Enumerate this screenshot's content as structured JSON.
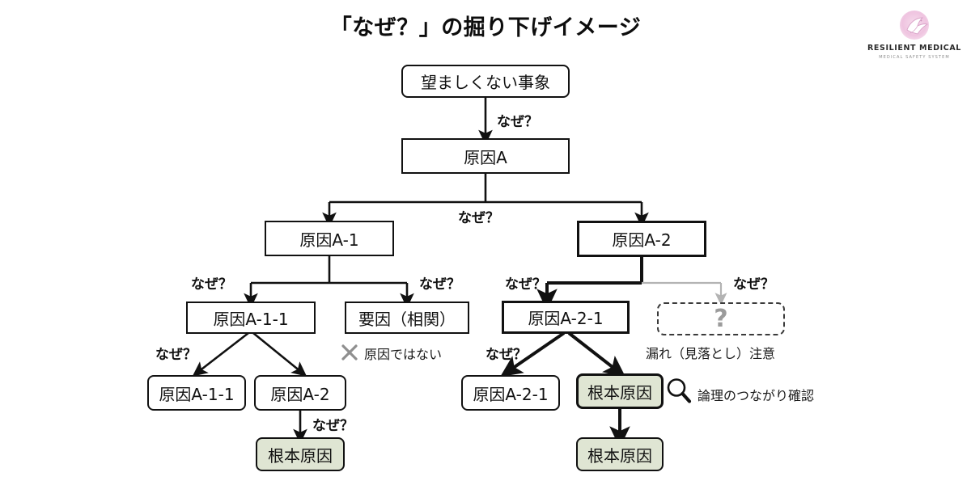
{
  "title": "「なぜ？」の掘り下げイメージ",
  "logo": {
    "name": "RESILIENT MEDICAL",
    "tagline": "MEDICAL SAFETY SYSTEM",
    "icon": "dove-icon",
    "disc_color": "#efc4e0"
  },
  "colors": {
    "root_cause_fill": "#dfe5d3",
    "line": "#111111",
    "muted_line": "#b3b3b3",
    "muted_text": "#9b9b9b"
  },
  "nodes": {
    "undesired_event": "望ましくない事象",
    "cause_a": "原因A",
    "cause_a1": "原因A-1",
    "cause_a2": "原因A-2",
    "cause_a1_1": "原因A-1-1",
    "factor_correlation": "要因（相関）",
    "cause_a2_1": "原因A-2-1",
    "unknown": "?",
    "leaf_a1_1": "原因A-1-1",
    "leaf_a2": "原因A-2",
    "leaf_a2_1": "原因A-2-1",
    "root_cause_left": "根本原因",
    "root_cause_right_upper": "根本原因",
    "root_cause_right_lower": "根本原因"
  },
  "edge_labels": {
    "why_top": "なぜ？",
    "why_level2": "なぜ？",
    "why_a1_left": "なぜ？",
    "why_a1_right": "なぜ？",
    "why_a2_left": "なぜ？",
    "why_a2_right": "なぜ？",
    "why_a1_1": "なぜ？",
    "why_a2_1": "なぜ？",
    "why_leaf_a2": "なぜ？"
  },
  "annotations": {
    "not_a_cause": "原因ではない",
    "not_a_cause_icon": "x-mark-icon",
    "omission_warning": "漏れ（見落とし）注意",
    "logic_check": "論理のつながり確認",
    "logic_check_icon": "magnifier-icon"
  }
}
